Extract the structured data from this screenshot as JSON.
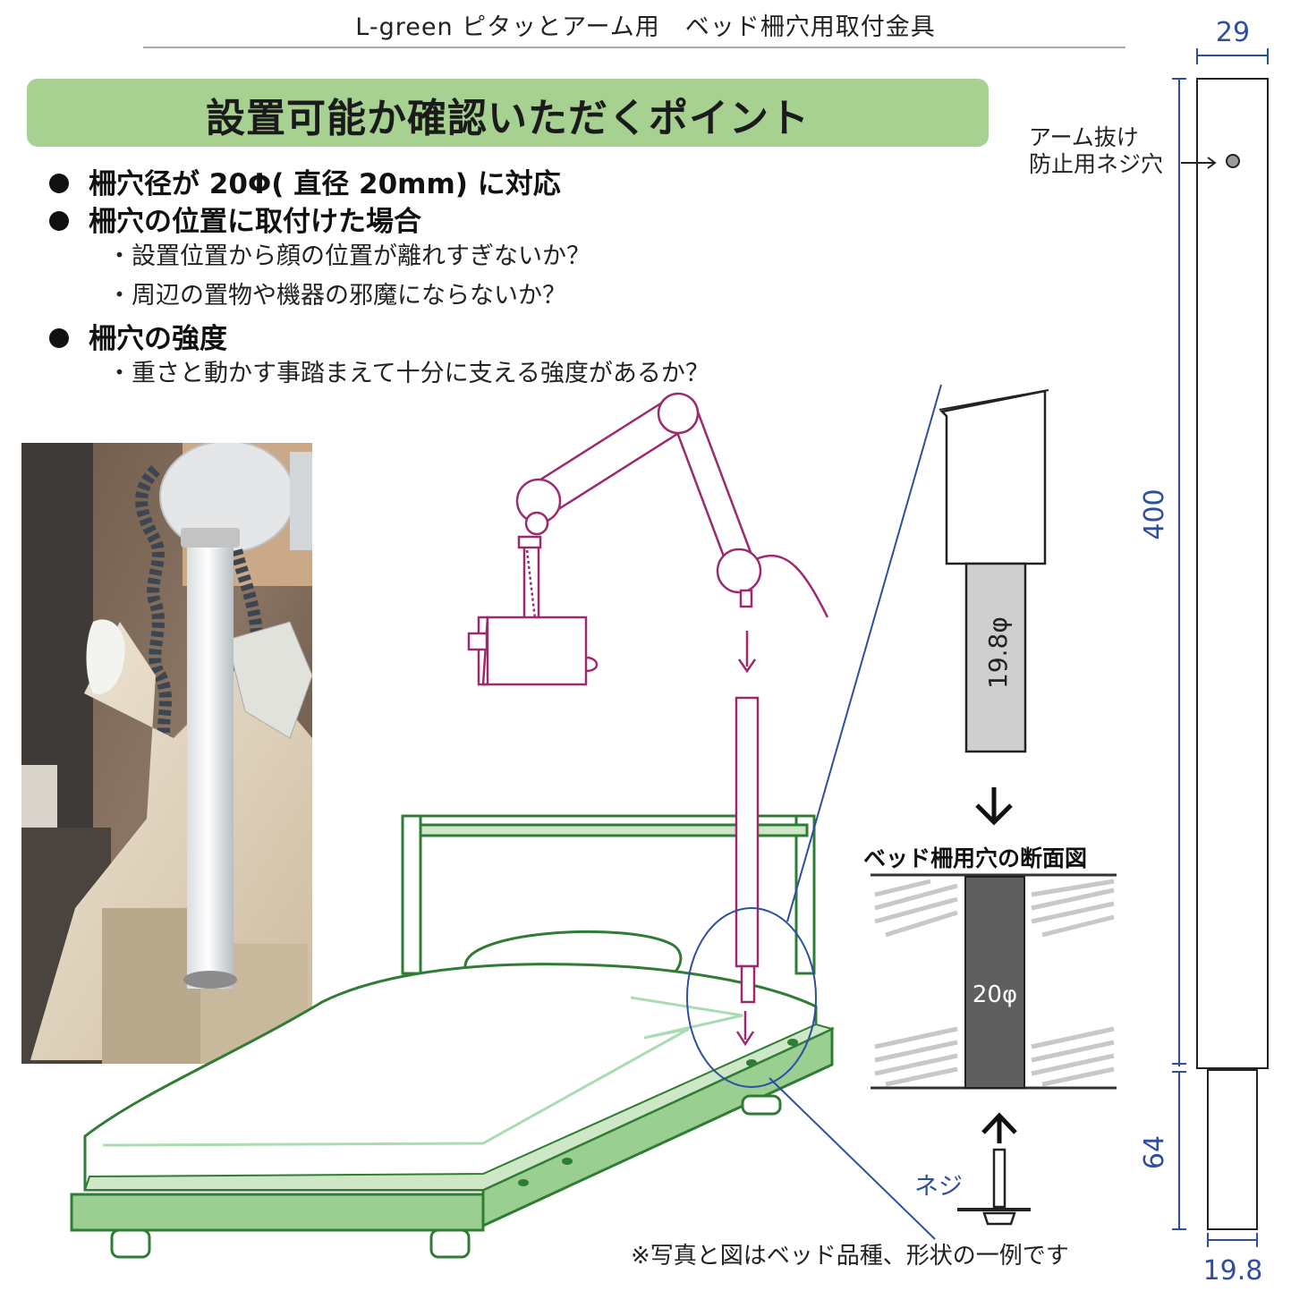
{
  "header": {
    "title": "L-green ピタッとアーム用　ベッド柵穴用取付金具"
  },
  "banner": {
    "title": "設置可能か確認いただくポイント"
  },
  "checklist": [
    {
      "text": "柵穴径が 20Φ( 直径 20mm) に対応",
      "subs": []
    },
    {
      "text": "柵穴の位置に取付けた場合",
      "subs": [
        "設置位置から顔の位置が離れすぎないか？",
        "周辺の置物や機器の邪魔にならないか？"
      ]
    },
    {
      "text": "柵穴の強度",
      "subs": [
        "重さと動かす事踏まえて十分に支える強度があるか？"
      ]
    }
  ],
  "dimensions": {
    "top_width": "29",
    "upper_length": "400",
    "lower_length": "64",
    "bottom_diameter": "19.8"
  },
  "labels": {
    "screw_hole_note_line1": "アーム抜け",
    "screw_hole_note_line2": "防止用ネジ穴",
    "pin_diameter": "19.8φ",
    "cross_section_title": "ベッド柵用穴の断面図",
    "hole_diameter": "20φ",
    "screw": "ネジ",
    "footnote": "※写真と図はベッド品種、形状の一例です"
  },
  "colors": {
    "banner": "#a6d191",
    "arm_line": "#9c2a6e",
    "bed_line": "#2f7d34",
    "bed_fill": "#9bcf92",
    "dimension_blue": "#2e4ea0",
    "hole_dark": "#5f5f5f",
    "pin_gray": "#cfcfcf"
  }
}
